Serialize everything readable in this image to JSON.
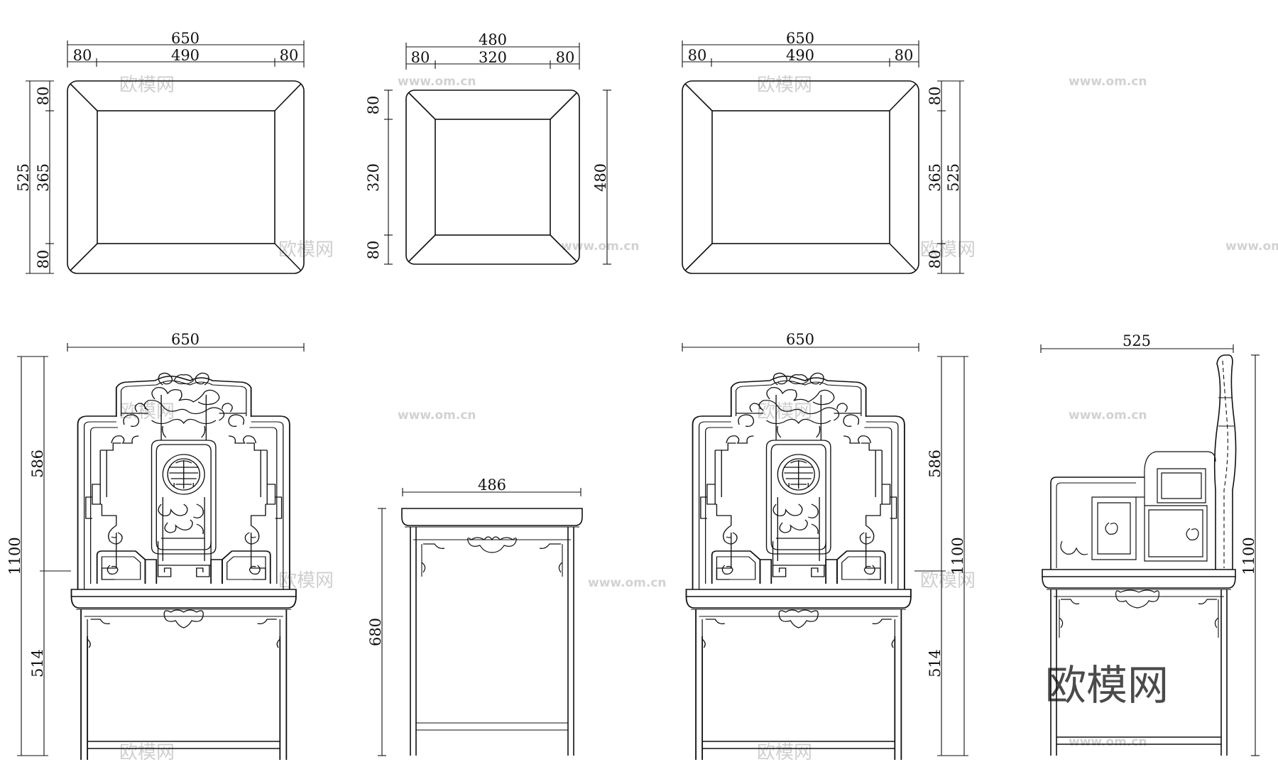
{
  "drawing": {
    "plan_views": [
      {
        "name": "seat-plan-left",
        "overall_width": "650",
        "width_segments": [
          "80",
          "490",
          "80"
        ],
        "overall_depth": "525",
        "depth_segments": [
          "80",
          "365",
          "80"
        ]
      },
      {
        "name": "table-plan",
        "overall_width": "480",
        "width_segments": [
          "80",
          "320",
          "80"
        ],
        "overall_depth": "480",
        "depth_segments": [
          "80",
          "320",
          "80"
        ]
      },
      {
        "name": "seat-plan-right",
        "overall_width": "650",
        "width_segments": [
          "80",
          "490",
          "80"
        ],
        "overall_depth": "525",
        "depth_segments": [
          "80",
          "365",
          "80"
        ]
      }
    ],
    "elevations": {
      "chair_front_left": {
        "width": "650",
        "total_height": "1100",
        "back_height": "586",
        "seat_height": "514"
      },
      "table_front": {
        "width": "486",
        "height": "680"
      },
      "chair_front_right": {
        "width": "650",
        "total_height": "1100",
        "back_height": "586",
        "seat_height": "514"
      },
      "chair_side": {
        "depth": "525",
        "total_height": "1100"
      }
    }
  },
  "watermark": {
    "brand": "欧模网",
    "url": "www.om.cn"
  }
}
